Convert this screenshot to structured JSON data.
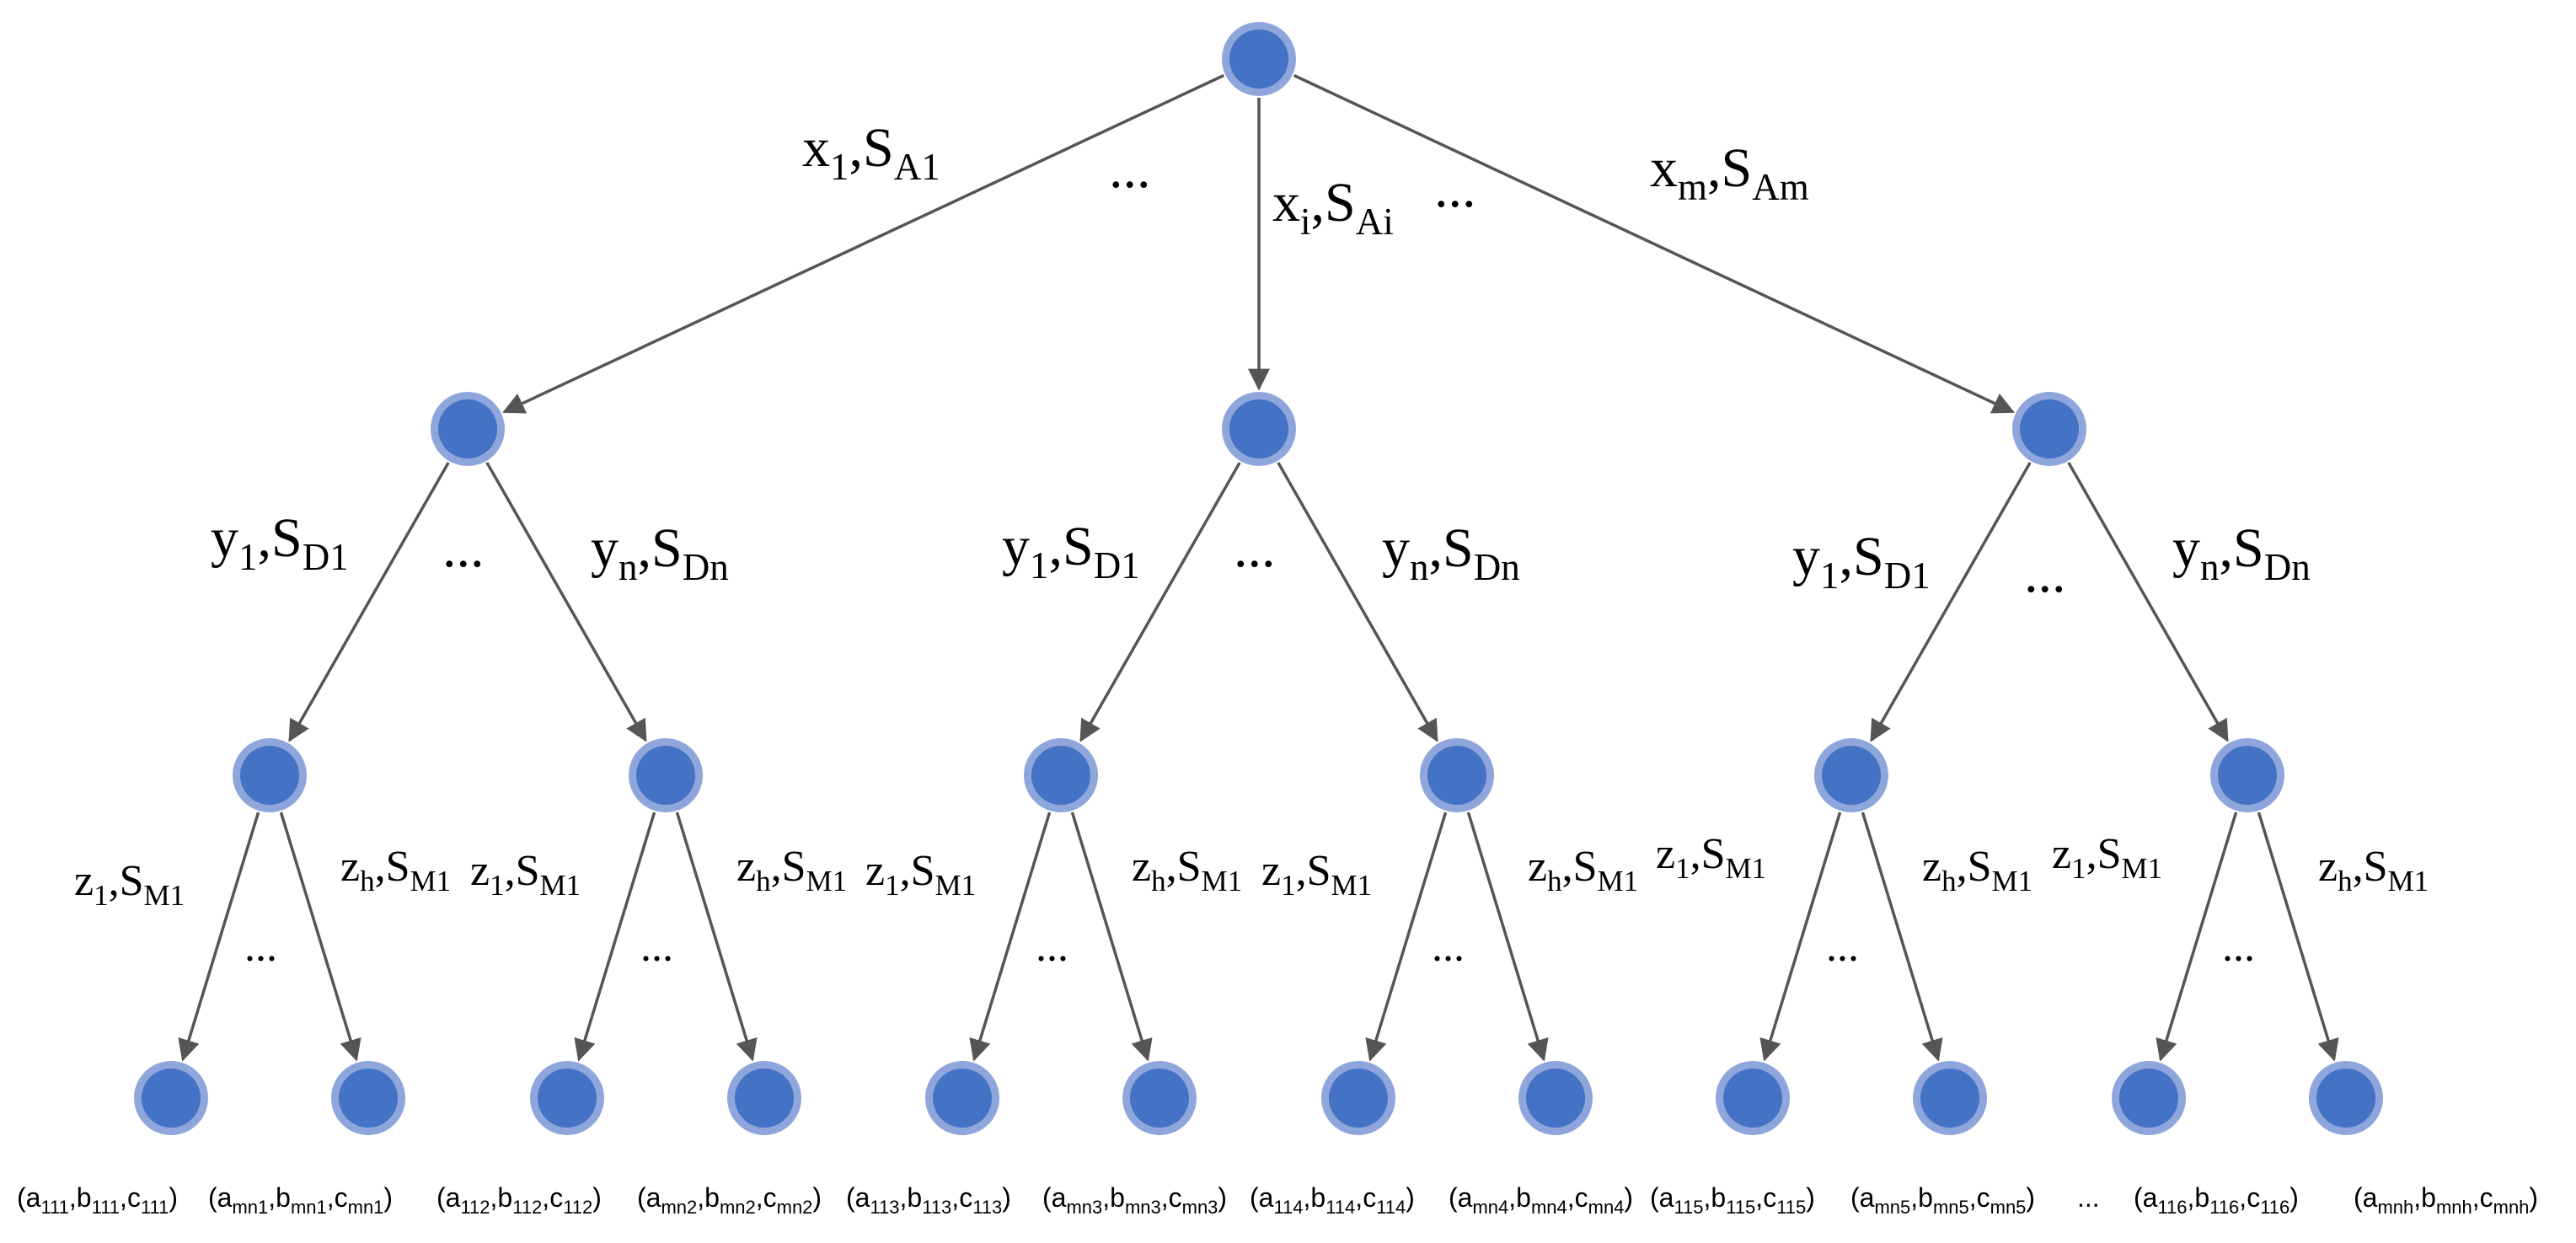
{
  "colors": {
    "node_fill": "#4472c4",
    "node_ring": "#8ea6db",
    "edge": "#555555"
  },
  "level1": {
    "left": {
      "var": "x",
      "sub": "1",
      "s": "S",
      "ssub": "A1"
    },
    "mid": {
      "var": "x",
      "sub": "i",
      "s": "S",
      "ssub": "Ai"
    },
    "right": {
      "var": "x",
      "sub": "m",
      "s": "S",
      "ssub": "Am"
    },
    "ellipsis_a": "...",
    "ellipsis_b": "..."
  },
  "level2": {
    "left": {
      "var": "y",
      "sub": "1",
      "s": "S",
      "ssub": "D1"
    },
    "right": {
      "var": "y",
      "sub": "n",
      "s": "S",
      "ssub": "Dn"
    },
    "ellipsis": "..."
  },
  "level3": {
    "left": {
      "var": "z",
      "sub": "1",
      "s": "S",
      "ssub": "M1"
    },
    "right": {
      "var": "z",
      "sub": "h",
      "s": "S",
      "ssub": "M1"
    },
    "ellipsis": "..."
  },
  "leaves": [
    [
      {
        "t": "(a"
      },
      {
        "s": "111"
      },
      {
        "t": ",b"
      },
      {
        "s": "111"
      },
      {
        "t": ",c"
      },
      {
        "s": "111"
      },
      {
        "t": ")"
      }
    ],
    [
      {
        "t": "(a"
      },
      {
        "s": "mn1"
      },
      {
        "t": ",b"
      },
      {
        "s": "mn1"
      },
      {
        "t": ",c"
      },
      {
        "s": "mn1"
      },
      {
        "t": ")"
      }
    ],
    [
      {
        "t": "(a"
      },
      {
        "s": "112"
      },
      {
        "t": ",b"
      },
      {
        "s": "112"
      },
      {
        "t": ",c"
      },
      {
        "s": "112"
      },
      {
        "t": ")"
      }
    ],
    [
      {
        "t": "(a"
      },
      {
        "s": "mn2"
      },
      {
        "t": ",b"
      },
      {
        "s": "mn2"
      },
      {
        "t": ",c"
      },
      {
        "s": "mn2"
      },
      {
        "t": ")"
      }
    ],
    [
      {
        "t": "(a"
      },
      {
        "s": "113"
      },
      {
        "t": ",b"
      },
      {
        "s": "113"
      },
      {
        "t": ",c"
      },
      {
        "s": "113"
      },
      {
        "t": ")"
      }
    ],
    [
      {
        "t": "(a"
      },
      {
        "s": "mn3"
      },
      {
        "t": ",b"
      },
      {
        "s": "mn3"
      },
      {
        "t": ",c"
      },
      {
        "s": "mn3"
      },
      {
        "t": ")"
      }
    ],
    [
      {
        "t": "(a"
      },
      {
        "s": "114"
      },
      {
        "t": ",b"
      },
      {
        "s": "114"
      },
      {
        "t": ",c"
      },
      {
        "s": "114"
      },
      {
        "t": ")"
      }
    ],
    [
      {
        "t": "(a"
      },
      {
        "s": "mn4"
      },
      {
        "t": ",b"
      },
      {
        "s": "mn4"
      },
      {
        "t": ",c"
      },
      {
        "s": "mn4"
      },
      {
        "t": ")"
      }
    ],
    [
      {
        "t": "(a"
      },
      {
        "s": "115"
      },
      {
        "t": ",b"
      },
      {
        "s": "115"
      },
      {
        "t": ",c"
      },
      {
        "s": "115"
      },
      {
        "t": ")"
      }
    ],
    [
      {
        "t": "(a"
      },
      {
        "s": "mn5"
      },
      {
        "t": ",b"
      },
      {
        "s": "mn5"
      },
      {
        "t": ",c"
      },
      {
        "s": "mn5"
      },
      {
        "t": ")"
      }
    ],
    [
      {
        "t": "(a"
      },
      {
        "s": "116"
      },
      {
        "t": ",b"
      },
      {
        "s": "116"
      },
      {
        "t": ",c"
      },
      {
        "s": "116"
      },
      {
        "t": ")"
      }
    ],
    [
      {
        "t": "(a"
      },
      {
        "s": "mnh"
      },
      {
        "t": ",b"
      },
      {
        "s": "mnh"
      },
      {
        "t": ",c"
      },
      {
        "s": "mnh"
      },
      {
        "t": ")"
      }
    ]
  ],
  "leaf_ellipsis": "..."
}
